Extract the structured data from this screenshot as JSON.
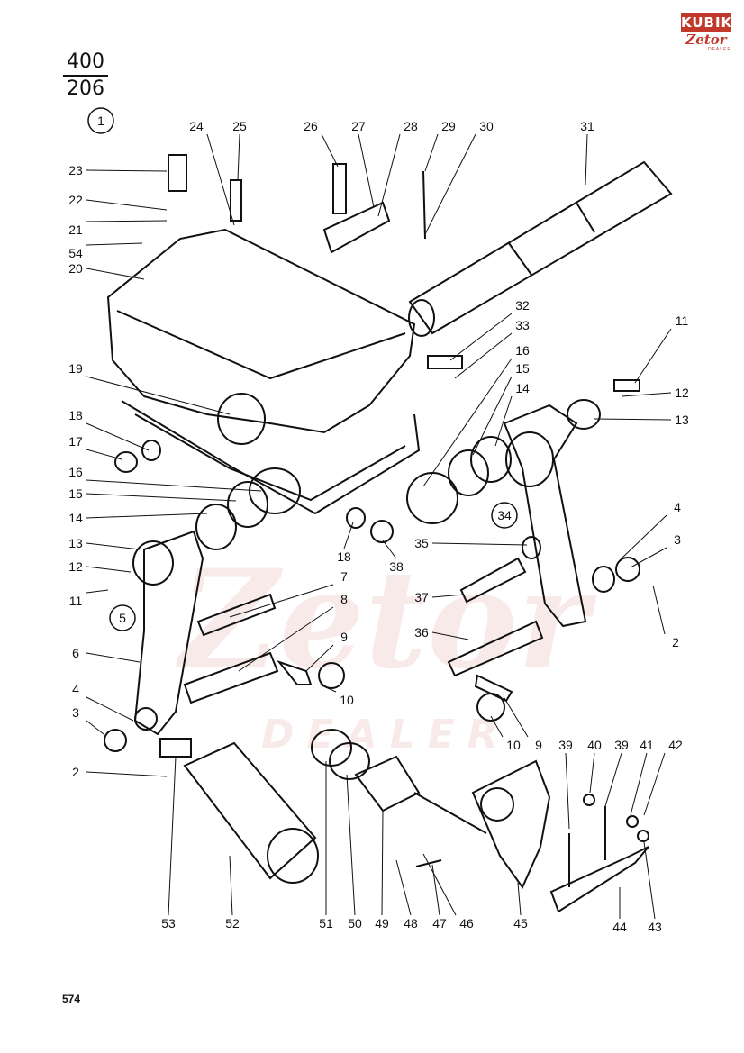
{
  "page": {
    "number": "574"
  },
  "header": {
    "fraction_top": "400",
    "fraction_bottom": "206"
  },
  "logo": {
    "line1": "KUBIK",
    "line2": "Zetor",
    "line3": "DEALER"
  },
  "watermark": {
    "text": "Zetor",
    "sub": "DEALER"
  },
  "colors": {
    "ink": "#111111",
    "logo_red": "#c0392b",
    "watermark": "#f4d6d6"
  },
  "circled_labels": [
    "1",
    "5",
    "34"
  ],
  "part_labels": [
    "23",
    "22",
    "21",
    "54",
    "20",
    "24",
    "25",
    "26",
    "27",
    "28",
    "29",
    "30",
    "31",
    "32",
    "33",
    "16",
    "15",
    "14",
    "11",
    "12",
    "13",
    "19",
    "18",
    "17",
    "16",
    "15",
    "14",
    "13",
    "12",
    "11",
    "18",
    "38",
    "35",
    "4",
    "3",
    "37",
    "7",
    "8",
    "2",
    "6",
    "36",
    "9",
    "10",
    "4",
    "3",
    "2",
    "10",
    "9",
    "53",
    "52",
    "51",
    "50",
    "49",
    "48",
    "47",
    "46",
    "45",
    "39",
    "40",
    "39",
    "41",
    "42",
    "44",
    "43"
  ]
}
